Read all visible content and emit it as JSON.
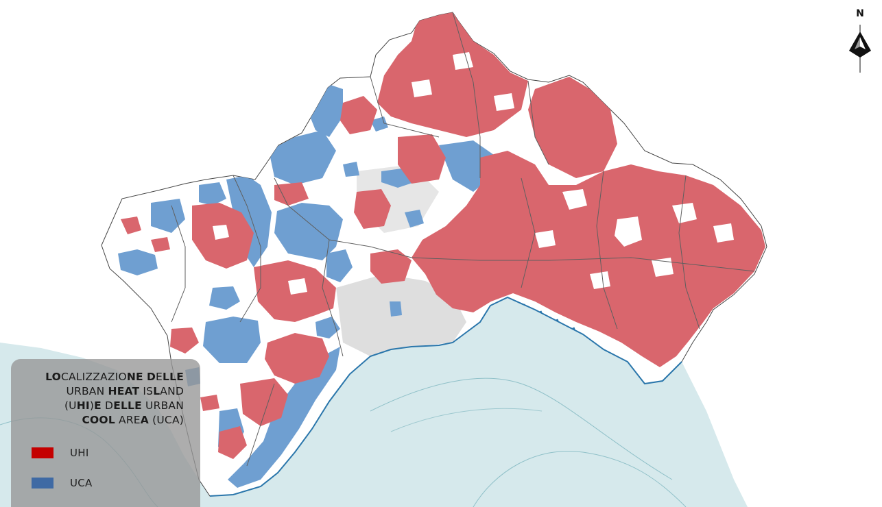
{
  "map": {
    "colors": {
      "sea": "#d6e9ec",
      "land": "#ffffff",
      "urban_fabric": "#dcdcdc",
      "uhi": "#d9666d",
      "uca": "#6f9fd1",
      "boundary": "#6b6b6b",
      "coastline": "#2a76ab"
    },
    "legend": {
      "title_lines": [
        [
          {
            "t": "LO",
            "b": true
          },
          {
            "t": "CA",
            "b": false
          },
          {
            "t": "LIZZAZIO",
            "b": false
          },
          {
            "t": "NE",
            "b": true
          },
          {
            "t": " ",
            "b": false
          },
          {
            "t": "D",
            "b": true
          },
          {
            "t": "E",
            "b": false
          },
          {
            "t": "LLE",
            "b": true
          }
        ],
        [
          {
            "t": "URBAN ",
            "b": false
          },
          {
            "t": "HEAT",
            "b": true
          },
          {
            "t": " IS",
            "b": false
          },
          {
            "t": "L",
            "b": true
          },
          {
            "t": "AND",
            "b": false
          }
        ],
        [
          {
            "t": "(U",
            "b": false
          },
          {
            "t": "HI",
            "b": true
          },
          {
            "t": ")",
            "b": false
          },
          {
            "t": "E",
            "b": true
          },
          {
            "t": " D",
            "b": false
          },
          {
            "t": "ELLE",
            "b": true
          },
          {
            "t": " URBAN",
            "b": false
          }
        ],
        [
          {
            "t": "COOL",
            "b": true
          },
          {
            "t": " ARE",
            "b": false
          },
          {
            "t": "A",
            "b": true
          },
          {
            "t": " (UCA)",
            "b": false
          }
        ]
      ],
      "items": [
        {
          "label": "UHI",
          "color": "#c40000"
        },
        {
          "label": "UCA",
          "color": "#3f6aa4"
        }
      ]
    },
    "north_arrow": {
      "letter": "N"
    }
  }
}
